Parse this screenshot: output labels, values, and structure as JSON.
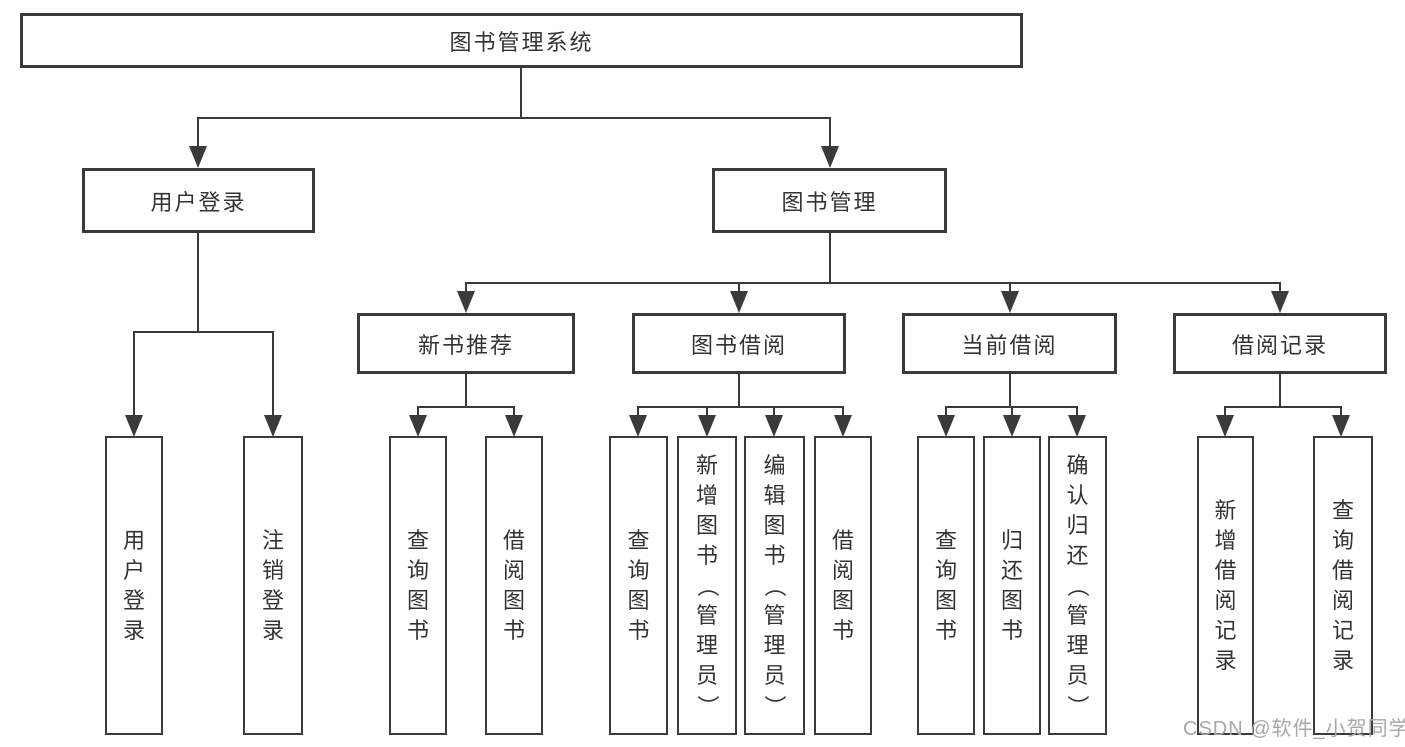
{
  "nodes": {
    "root": {
      "label": "图书管理系统"
    },
    "level2": [
      {
        "label": "用户登录"
      },
      {
        "label": "图书管理"
      }
    ],
    "level3": [
      {
        "label": "新书推荐"
      },
      {
        "label": "图书借阅"
      },
      {
        "label": "当前借阅"
      },
      {
        "label": "借阅记录"
      }
    ],
    "leaves": [
      {
        "label": "用户登录"
      },
      {
        "label": "注销登录"
      },
      {
        "label": "查询图书"
      },
      {
        "label": "借阅图书"
      },
      {
        "label": "查询图书"
      },
      {
        "label": "新增图书（管理员）"
      },
      {
        "label": "编辑图书（管理员）"
      },
      {
        "label": "借阅图书"
      },
      {
        "label": "查询图书"
      },
      {
        "label": "归还图书"
      },
      {
        "label": "确认归还（管理员）"
      },
      {
        "label": "新增借阅记录"
      },
      {
        "label": "查询借阅记录"
      }
    ]
  },
  "watermark": {
    "text": "CSDN @软件_小贺同学"
  },
  "colors": {
    "line": "#3a3a3a",
    "text": "#333333",
    "watermark": "#a8a8a8",
    "background": "#ffffff"
  }
}
